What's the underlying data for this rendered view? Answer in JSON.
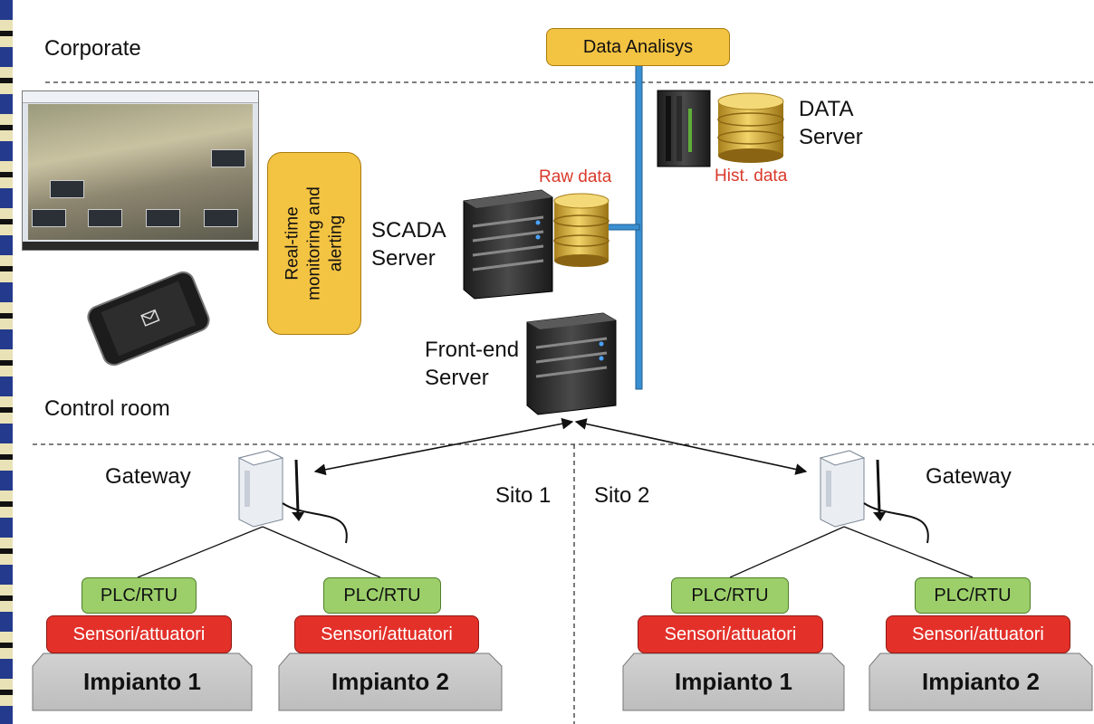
{
  "zones": {
    "corporate": "Corporate",
    "control_room": "Control room"
  },
  "top_box": "Data Analisys",
  "data_server": {
    "label_line1": "DATA",
    "label_line2": "Server",
    "db_caption": "Hist. data"
  },
  "scada_server": {
    "label_line1": "SCADA",
    "label_line2": "Server",
    "db_caption": "Raw data"
  },
  "frontend_server": {
    "label_line1": "Front-end",
    "label_line2": "Server"
  },
  "monitoring_box": "Real-time\nmonitoring and\nalerting",
  "sites": {
    "left": {
      "name": "Sito 1",
      "gateway": "Gateway",
      "plants": [
        {
          "plc": "PLC/RTU",
          "sensors": "Sensori/attuatori",
          "plant": "Impianto 1"
        },
        {
          "plc": "PLC/RTU",
          "sensors": "Sensori/attuatori",
          "plant": "Impianto 2"
        }
      ]
    },
    "right": {
      "name": "Sito 2",
      "gateway": "Gateway",
      "plants": [
        {
          "plc": "PLC/RTU",
          "sensors": "Sensori/attuatori",
          "plant": "Impianto 1"
        },
        {
          "plc": "PLC/RTU",
          "sensors": "Sensori/attuatori",
          "plant": "Impianto 2"
        }
      ]
    }
  },
  "icons": [
    "monitor-screenshot-icon",
    "smartphone-icon",
    "rack-server-icon",
    "database-icon",
    "gateway-device-icon",
    "antenna-icon"
  ],
  "colors": {
    "orange": "#f3c342",
    "green": "#9ccf6a",
    "red": "#e3312a",
    "grey": "#c8c8c8",
    "bus": "#3a8fd0",
    "caption_red": "#d93a2b"
  }
}
